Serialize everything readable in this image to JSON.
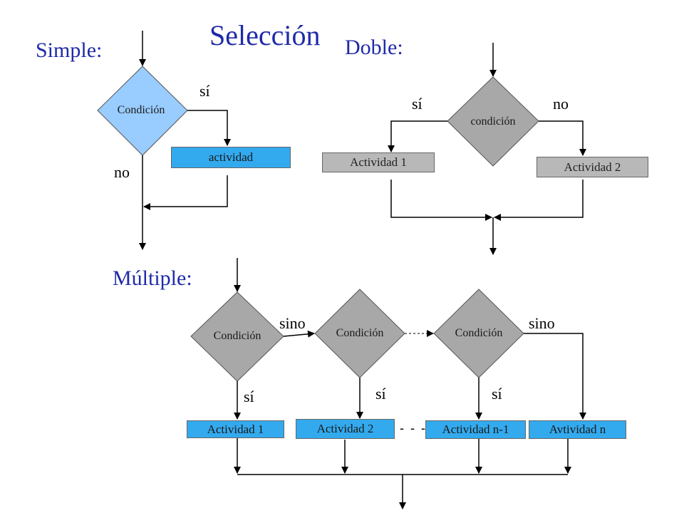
{
  "title": "Selección",
  "simple": {
    "heading": "Simple:",
    "condition": "Condición",
    "yes": "sí",
    "no": "no",
    "activity": "actividad"
  },
  "double": {
    "heading": "Doble:",
    "condition": "condición",
    "yes": "sí",
    "no": "no",
    "activity1": "Actividad 1",
    "activity2": "Actividad 2"
  },
  "multiple": {
    "heading": "Múltiple:",
    "conditions": [
      "Condición",
      "Condición",
      "Condición"
    ],
    "else_labels": [
      "sino",
      "sino"
    ],
    "yes_labels": [
      "sí",
      "sí",
      "sí"
    ],
    "activities": [
      "Actividad 1",
      "Actividad 2",
      "Actividad n-1",
      "Avtividad n"
    ],
    "ellipsis": "- - -"
  },
  "colors": {
    "title": "#1f2aa8",
    "diamond_blue": "#99ccff",
    "diamond_gray": "#a8a8a8",
    "box_blue": "#33aaee",
    "box_gray": "#b8b8b8"
  }
}
